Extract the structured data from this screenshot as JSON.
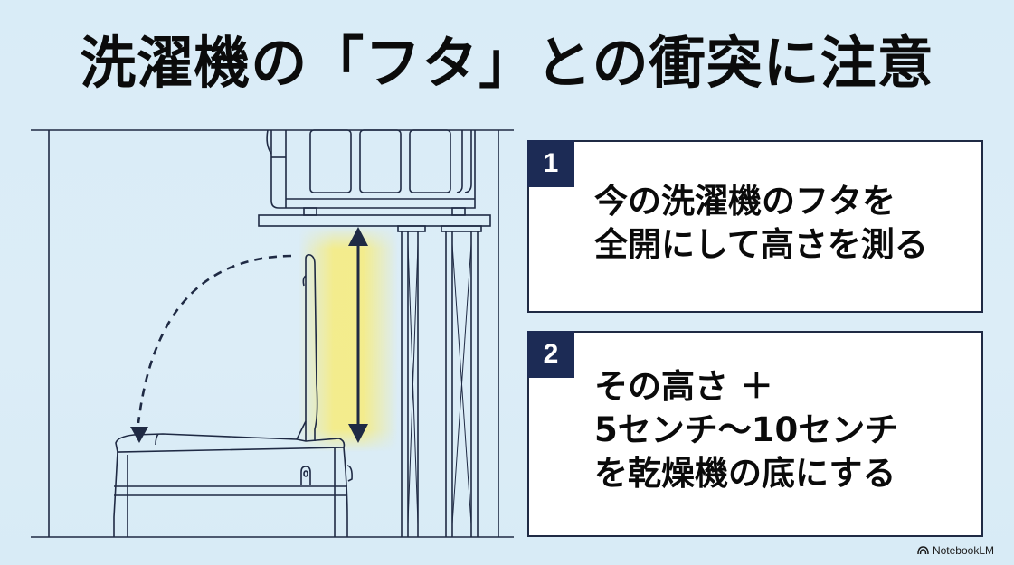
{
  "title": "洗濯機の「フタ」との衝突に注意",
  "steps": [
    {
      "number": "1",
      "lines": [
        "今の洗濯機のフタを",
        "全開にして高さを測る"
      ]
    },
    {
      "number": "2",
      "lines": [
        "その高さ ＋",
        "5センチ〜10センチ",
        "を乾燥機の底にする"
      ]
    }
  ],
  "illustration": {
    "description": "Washing machine with lid fully open beneath a dryer on a stand; double arrow shows clearance height",
    "line_color": "#1f2a44",
    "highlight_color": "#f7ec7a",
    "background_color": "#dcedf7"
  },
  "brand": {
    "icon": "notebooklm-icon",
    "label": "NotebookLM"
  }
}
